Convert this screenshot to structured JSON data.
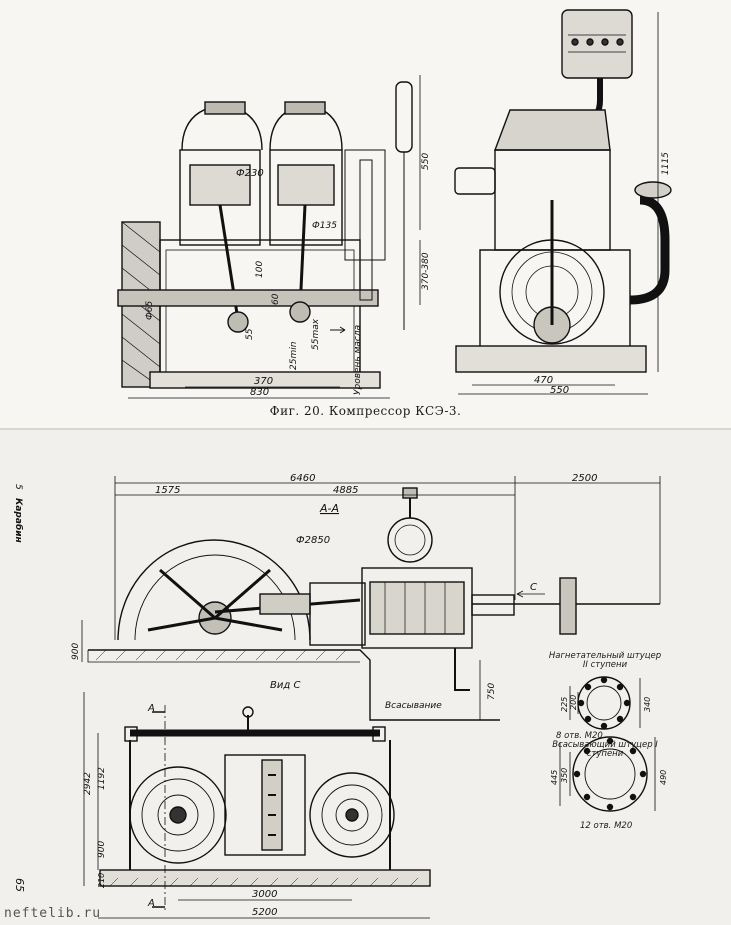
{
  "top_figure": {
    "caption": "Фиг. 20. Компрессор КСЭ-3.",
    "dims": {
      "d230": "Ф230",
      "d135": "Ф135",
      "d65": "Ф65",
      "d100": "100",
      "d60": "60",
      "d55": "55",
      "min25": "25min",
      "max55": "55max",
      "oil_level": "Уровень масла",
      "d370": "370",
      "d830": "830",
      "d550v": "550",
      "d370_380": "370-380",
      "d470": "470",
      "d550h": "550",
      "d1115": "1115"
    }
  },
  "bottom_figure": {
    "side_number": "5",
    "side_author": "Карабин",
    "page_number": "65",
    "section_label": "А-А",
    "view_label": "Вид  С",
    "arrow_c": "С",
    "dims": {
      "d6460": "6460",
      "d2500": "2500",
      "d1575": "1575",
      "d4885": "4885",
      "d2850": "Ф2850",
      "d900": "900",
      "d750": "750",
      "intake": "Всасывание",
      "d2942": "2942",
      "d1192": "1192",
      "d900b": "900",
      "d210": "210",
      "d3000": "3000",
      "d5200": "5200",
      "sec_a_top": "А",
      "sec_a_bot": "А"
    },
    "fitting_discharge": {
      "title": "Нагнетательный штуцер II ступени",
      "d225": "225",
      "d200": "200",
      "d340": "340",
      "holes": "8 отв. М20"
    },
    "fitting_suction": {
      "title": "Всасывающий штуцер I ступени",
      "d445": "445",
      "d350": "350",
      "d490": "490",
      "holes": "12 отв. М20"
    }
  },
  "watermark": "neftelib.ru"
}
